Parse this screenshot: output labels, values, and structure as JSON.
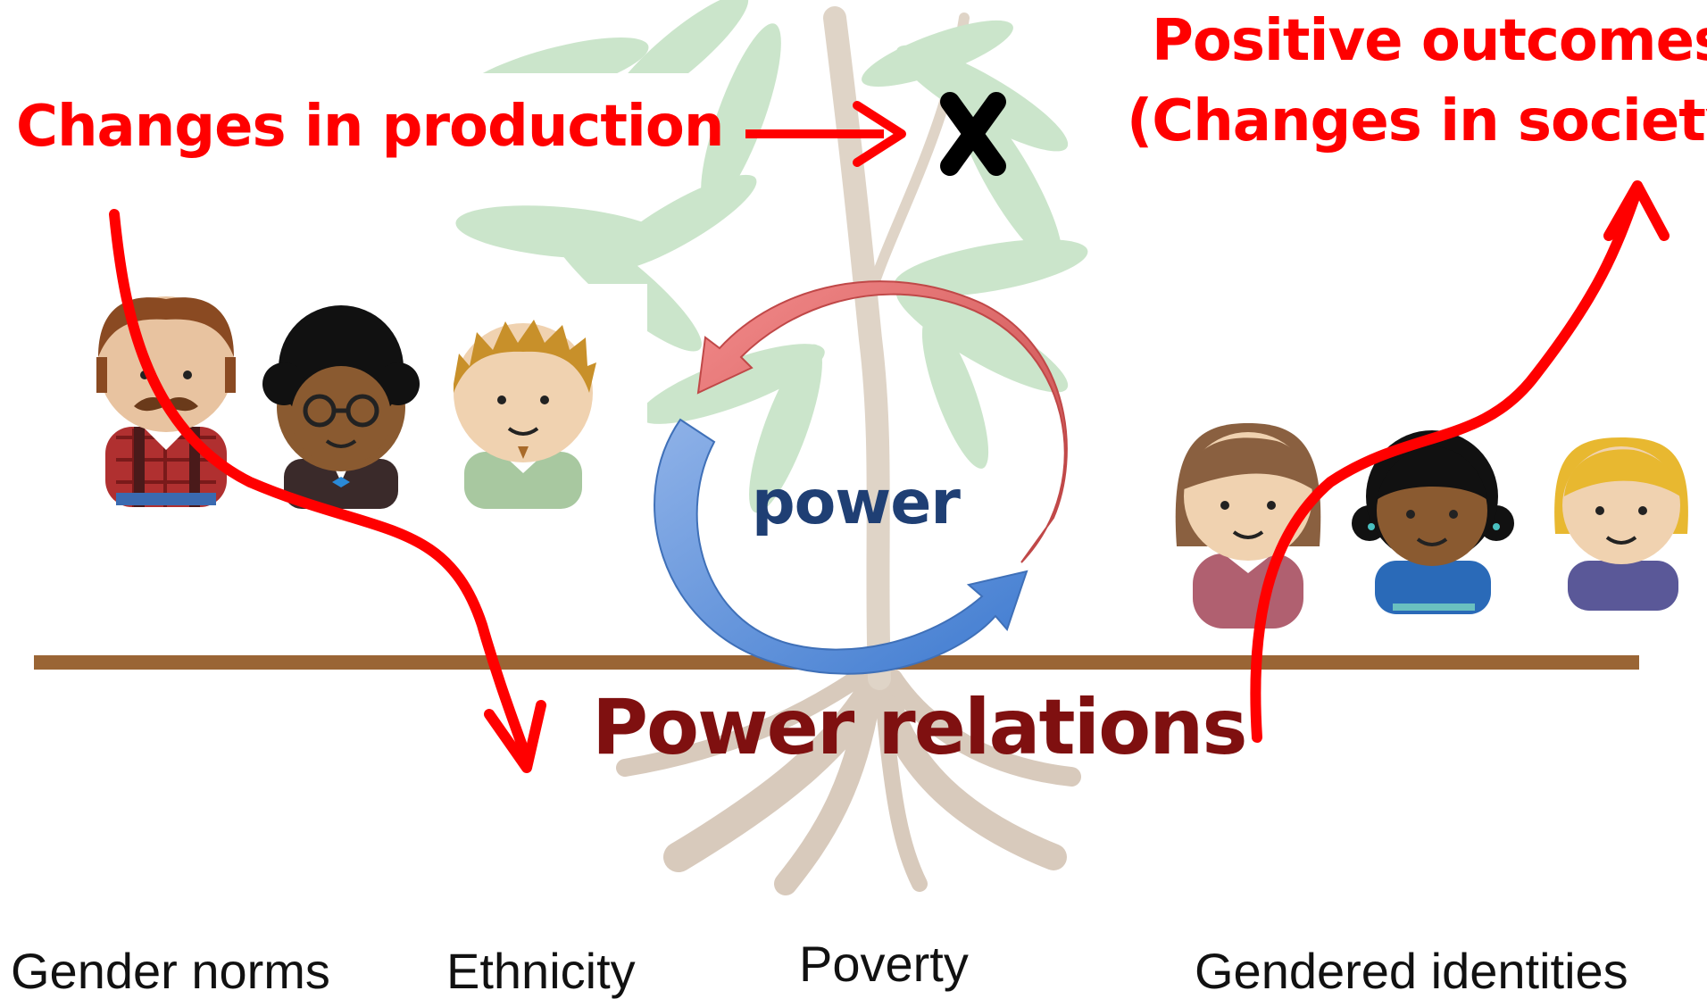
{
  "labels": {
    "changes_in_production": "Changes in production",
    "positive_outcomes": "Positive outcomes",
    "changes_in_society": "(Changes in society)",
    "power": "power",
    "power_relations": "Power relations"
  },
  "factors": [
    "Gender norms",
    "Ethnicity",
    "Poverty",
    "Gendered identities"
  ],
  "icons": {
    "blocked_marker": "x-mark-icon",
    "background": "cassava-plant-illustration",
    "men": [
      "man-mustache-icon",
      "man-glasses-icon",
      "man-blond-icon"
    ],
    "women": [
      "woman-brown-hair-icon",
      "woman-dark-hair-icon",
      "woman-blonde-icon"
    ],
    "cycle": "power-cycle-arrows-icon"
  },
  "colors": {
    "accent_red": "#ff0000",
    "power_blue": "#1f3f74",
    "power_relations_red": "#7f1010",
    "ground_line": "#9a6535",
    "cycle_red": "#e06060",
    "cycle_blue": "#5b8fd6"
  }
}
